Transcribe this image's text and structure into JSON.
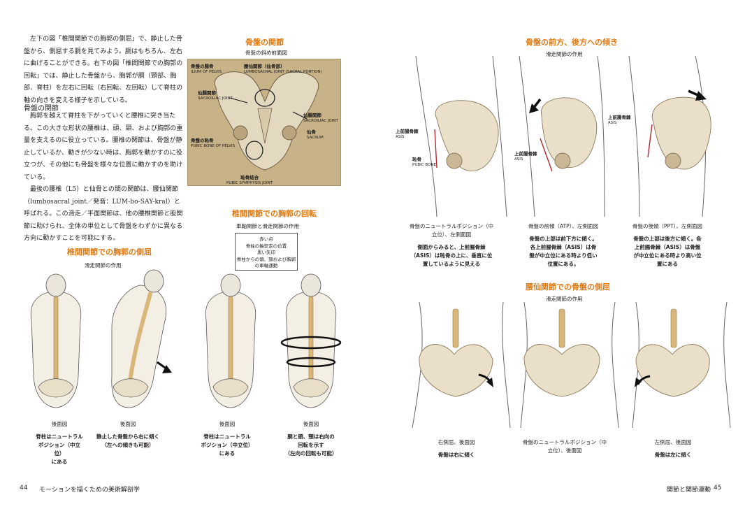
{
  "left_page": {
    "intro": "左下の図「椎間関節での胸郭の側屈」で、静止した骨盤から、側屈する胴を見てみよう。胴はもちろん、左右に曲げることができる。右下の図「椎間関節での胸郭の回転」では、静止した骨盤から、胸郭が胴（頸部、胸部、脊柱）を左右に回転（右回転、左回転）して脊柱の軸の向きを変える様子を示している。",
    "section_heading": "骨盤の関節",
    "para1": "胸郭を越えて脊柱を下がっていくと腰椎に突き当たる。この大きな形状の腰椎は、頭、頸、および胸郭の重量を支えるのに役立っている。腰椎の関節は、骨盤が静止しているか、動きが少ない時は、胸郭を動かすのに役立つが、その他にも骨盤を様々な位置に動かすのを助けている。",
    "para2": "最後の腰椎（L5）と仙骨との間の関節は、腰仙関節（lumbosacral joint／発音：LUM-bo-SAY-kral）と呼ばれる。この滑走／平面関節は、他の腰椎関節と股関節に助けられ、全体の単位として骨盤をわずかに異なる方向に動かすことを可能にする。",
    "pelvis": {
      "title": "骨盤の関節",
      "subtitle": "骨盤の斜め前面図",
      "labels": {
        "ilium_jp": "骨盤の腸骨",
        "ilium_en": "ILIUM OF PELVIS",
        "lumbosacral_jp": "腰仙関節（仙骨部）",
        "lumbosacral_en": "LUMBOSACRAL JOINT (SACRAL PORTION)",
        "sacroiliac_l_jp": "仙腸関節",
        "sacroiliac_l_en": "SACROILIAC JOINT",
        "sacroiliac_r_jp": "仙腸関節",
        "sacroiliac_r_en": "SACROILIAC JOINT",
        "sacrum_jp": "仙骨",
        "sacrum_en": "SACRUM",
        "pubic_jp": "骨盤の恥骨",
        "pubic_en": "PUBIC BONE OF PELVIS",
        "symphysis_jp": "恥骨結合",
        "symphysis_en": "PUBIC SYMPHYSIS JOINT"
      }
    },
    "rotation": {
      "title": "椎間関節での胸郭の回転",
      "subtitle": "車軸関節と滑走関節の作用",
      "legend_red": "赤い点",
      "legend_red_desc": "脊柱の軸安定の位置",
      "legend_black": "黒い矢印",
      "legend_black_desc1": "脊柱からの頭、頸および胸郭",
      "legend_black_desc2": "の車軸運動"
    },
    "lateral": {
      "title": "椎間関節での胸郭の側屈",
      "subtitle": "滑走関節の作用"
    },
    "figures": [
      {
        "view": "後面図",
        "line1": "脊柱はニュートラル",
        "line2": "ポジション（中立位）",
        "line3": "にある"
      },
      {
        "view": "後面図",
        "line1": "静止した骨盤から右に傾く",
        "line2": "（左への傾きも可能）",
        "line3": ""
      },
      {
        "view": "後面図",
        "line1": "脊柱はニュートラル",
        "line2": "ポジション（中立位）",
        "line3": "にある"
      },
      {
        "view": "後面図",
        "line1": "胴と頭、頸は右向の",
        "line2": "回転を示す",
        "line3": "（左向の回転も可能）"
      }
    ],
    "footer_page": "44",
    "footer_title": "モーションを描くための美術解剖学"
  },
  "right_page": {
    "tilt": {
      "title": "骨盤の前方、後方への傾き",
      "subtitle": "滑走関節の作用",
      "asis_jp": "上前腸骨棘",
      "asis_en": "ASIS",
      "pubic_jp": "恥骨",
      "pubic_en": "PUBIC BONE",
      "fig1_title": "骨盤のニュートラルポジション（中立位）、左側面図",
      "fig1_desc": "側面からみると、上前腸骨棘（ASIS）は恥骨の上に、垂直に位置しているように見える",
      "fig2_title": "骨盤の前傾（ATP）、左側面図",
      "fig2_desc": "骨盤の上部は前下方に傾く。各上前腸骨棘（ASIS）は骨盤が中立位にある時より低い位置にある。",
      "fig3_title": "骨盤の後傾（PPT）、左側面図",
      "fig3_desc": "骨盤の上部は後方に傾く。各上前腸骨棘（ASIS）は骨盤が中立位にある時より高い位置にある"
    },
    "lumbosacral": {
      "title": "腰仙関節での骨盤の側屈",
      "subtitle": "滑走関節の作用",
      "fig1_title": "右側屈、後面図",
      "fig1_desc": "骨盤は右に傾く",
      "fig2_title": "骨盤のニュートラルポジション（中立位）、後面図",
      "fig3_title": "左側屈、後面図",
      "fig3_desc": "骨盤は左に傾く"
    },
    "footer_title": "関節と関節運動",
    "footer_page": "45"
  },
  "colors": {
    "accent": "#e07b14",
    "bone": "#eadfc9",
    "bone_shade": "#c9b796",
    "spine": "#d9b77a",
    "pelvis_bg": "#c8b287",
    "marker": "#b3262b"
  }
}
